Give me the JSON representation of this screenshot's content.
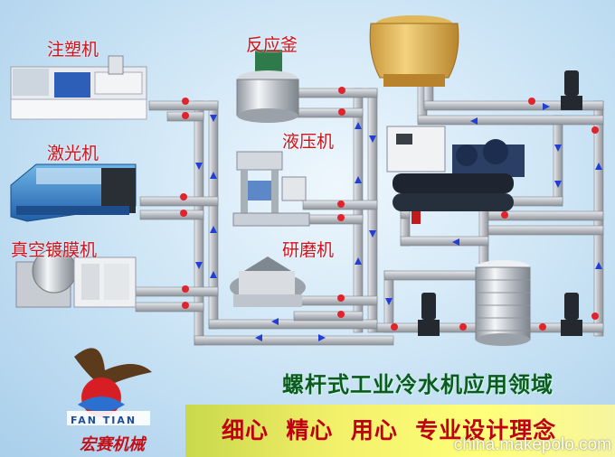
{
  "equipment": {
    "injection_molding": "注塑机",
    "laser": "激光机",
    "vacuum_coating": "真空镀膜机",
    "reactor": "反应釜",
    "hydraulic": "液压机",
    "grinder": "研磨机"
  },
  "title": "螺杆式工业冷水机应用领域",
  "slogan": "细心  精心  用心  专业设计理念",
  "logo": {
    "en": "FAN TIAN",
    "cn": "宏赛机械"
  },
  "watermark": "china.makepolo.com",
  "colors": {
    "pipe": "#c7cacf",
    "arrow": "#1f3fd6",
    "valve": "#e0242e",
    "label": "#d0121b",
    "title": "#0d5a1e",
    "slogan": "#c00012"
  }
}
